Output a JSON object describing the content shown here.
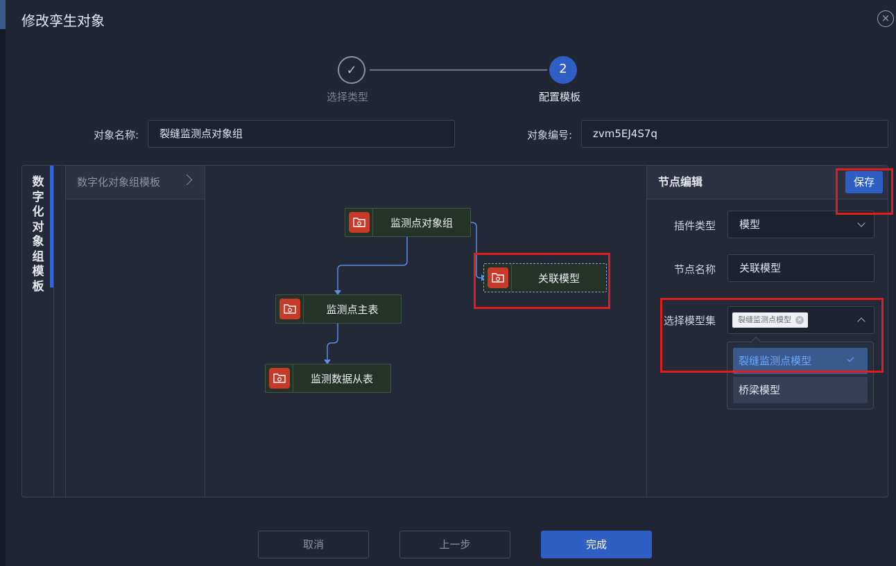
{
  "dialog": {
    "title": "修改孪生对象",
    "close_icon": "×"
  },
  "steps": [
    {
      "label": "选择类型",
      "icon": "✓",
      "state": "done"
    },
    {
      "label": "配置模板",
      "number": "2",
      "state": "active"
    }
  ],
  "form": {
    "name_label": "对象名称:",
    "name_value": "裂缝监测点对象组",
    "code_label": "对象编号:",
    "code_value": "zvm5EJ4S7q"
  },
  "side_tab": {
    "label": "数字化对象组模板"
  },
  "template_tree": {
    "header": "数字化对象组模板"
  },
  "canvas": {
    "nodes": [
      {
        "label": "监测点对象组"
      },
      {
        "label": "关联模型"
      },
      {
        "label": "监测点主表"
      },
      {
        "label": "监测数据从表"
      }
    ]
  },
  "node_editor": {
    "title": "节点编辑",
    "save_label": "保存",
    "plugin_type_label": "插件类型",
    "plugin_type_value": "模型",
    "node_name_label": "节点名称",
    "node_name_value": "关联模型",
    "model_set_label": "选择模型集",
    "selected_tag": "裂缝监测点模型",
    "options": [
      {
        "label": "裂缝监测点模型",
        "selected": true
      },
      {
        "label": "桥梁模型",
        "selected": false
      }
    ]
  },
  "footer": {
    "cancel_label": "取消",
    "prev_label": "上一步",
    "done_label": "完成"
  },
  "colors": {
    "background": "#202634",
    "primary": "#2f5fc4",
    "node_icon": "#c73a2a",
    "highlight": "#e01e1e"
  }
}
